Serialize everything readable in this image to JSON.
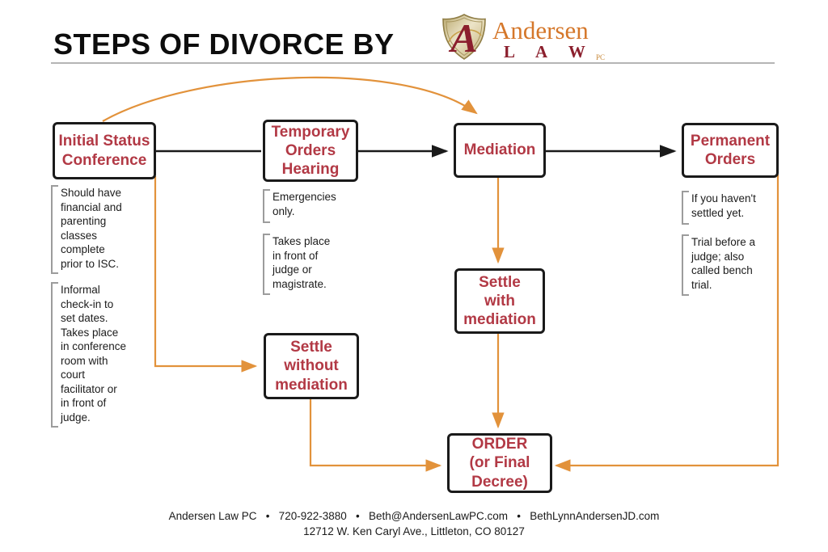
{
  "header": {
    "title": "STEPS OF DIVORCE BY",
    "logo": {
      "monogram": "A",
      "name": "Andersen",
      "law": "L A W",
      "suffix": "PC"
    }
  },
  "colors": {
    "box_text_red": "#b23945",
    "box_border_black": "#1a1a1a",
    "orange_arrow": "#e2923b",
    "black_arrow": "#1a1a1a",
    "logo_orange": "#d5772a",
    "logo_maroon": "#8b1f2d",
    "bracket_gray": "#9c9c9c"
  },
  "flowchart": {
    "boxes": [
      {
        "id": "initial-status-conference",
        "label": "Initial Status\nConference"
      },
      {
        "id": "temporary-orders-hearing",
        "label": "Temporary\nOrders\nHearing"
      },
      {
        "id": "mediation",
        "label": "Mediation"
      },
      {
        "id": "permanent-orders",
        "label": "Permanent\nOrders"
      },
      {
        "id": "settle-with-mediation",
        "label": "Settle\nwith\nmediation"
      },
      {
        "id": "settle-without-mediation",
        "label": "Settle\nwithout\nmediation"
      },
      {
        "id": "order-final-decree",
        "label": "ORDER\n(or Final\nDecree)"
      }
    ],
    "annotations": [
      {
        "for": "initial-status-conference",
        "text": "Should have\nfinancial and\nparenting\nclasses\ncomplete\nprior to ISC."
      },
      {
        "for": "initial-status-conference",
        "text": "Informal\ncheck-in to\nset dates.\nTakes place\nin conference\nroom with\ncourt\nfacilitator or\nin front of\njudge."
      },
      {
        "for": "temporary-orders-hearing",
        "text": "Emergencies\nonly."
      },
      {
        "for": "temporary-orders-hearing",
        "text": "Takes place\nin front of\njudge or\nmagistrate."
      },
      {
        "for": "permanent-orders",
        "text": "If you haven't\nsettled yet."
      },
      {
        "for": "permanent-orders",
        "text": "Trial before a\njudge; also\ncalled bench\ntrial."
      }
    ]
  },
  "footer": {
    "line1": "Andersen Law PC   •   720-922-3880   •   Beth@AndersenLawPC.com   •   BethLynnAndersenJD.com",
    "line2": "12712 W. Ken Caryl Ave., Littleton, CO 80127"
  }
}
